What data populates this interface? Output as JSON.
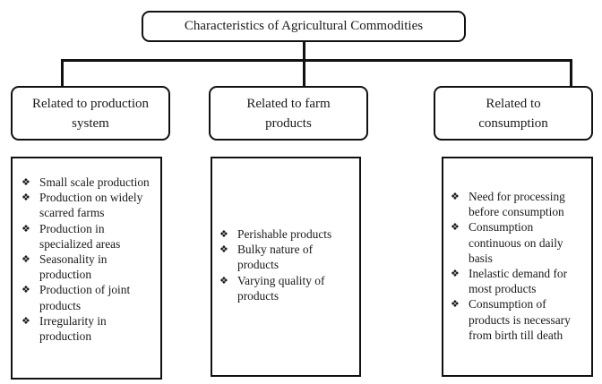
{
  "diagram": {
    "root": {
      "label": "Characteristics of Agricultural Commodities"
    },
    "branches": [
      {
        "label": "Related to production system",
        "items": [
          "Small scale production",
          "Production on widely scarred farms",
          "Production in specialized areas",
          "Seasonality in production",
          "Production of joint products",
          "Irregularity in production"
        ]
      },
      {
        "label": "Related to farm products",
        "items": [
          "Perishable products",
          "Bulky nature of products",
          "Varying quality of products"
        ]
      },
      {
        "label": "Related to consumption",
        "items": [
          "Need for processing before consumption",
          "Consumption continuous on daily basis",
          "Inelastic demand for most products",
          "Consumption of products is necessary from birth till death"
        ]
      }
    ],
    "bullet_glyph": "❖",
    "line_color": "#111111"
  }
}
